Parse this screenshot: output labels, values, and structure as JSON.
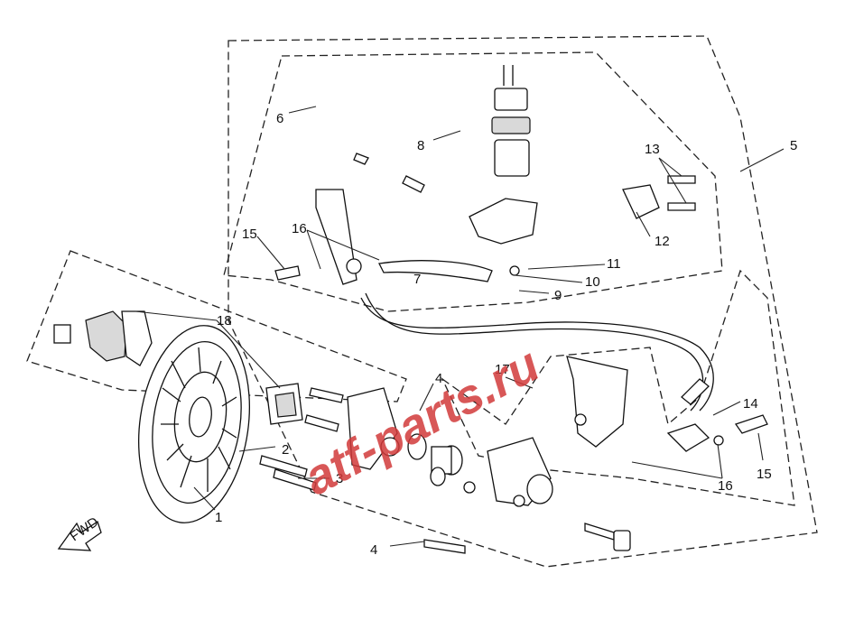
{
  "watermark": "atf-parts.ru",
  "fwd_arrow_text": "FWD",
  "callouts": [
    {
      "id": "1",
      "text": "1"
    },
    {
      "id": "2",
      "text": "2"
    },
    {
      "id": "3",
      "text": "3"
    },
    {
      "id": "4a",
      "text": "4"
    },
    {
      "id": "4b",
      "text": "4"
    },
    {
      "id": "5",
      "text": "5"
    },
    {
      "id": "6",
      "text": "6"
    },
    {
      "id": "7",
      "text": "7"
    },
    {
      "id": "8",
      "text": "8"
    },
    {
      "id": "9",
      "text": "9"
    },
    {
      "id": "10",
      "text": "10"
    },
    {
      "id": "11",
      "text": "11"
    },
    {
      "id": "12",
      "text": "12"
    },
    {
      "id": "13",
      "text": "13"
    },
    {
      "id": "14",
      "text": "14"
    },
    {
      "id": "15a",
      "text": "15"
    },
    {
      "id": "15b",
      "text": "15"
    },
    {
      "id": "16a",
      "text": "16"
    },
    {
      "id": "16b",
      "text": "16"
    },
    {
      "id": "17",
      "text": "17"
    },
    {
      "id": "18",
      "text": "18"
    }
  ]
}
